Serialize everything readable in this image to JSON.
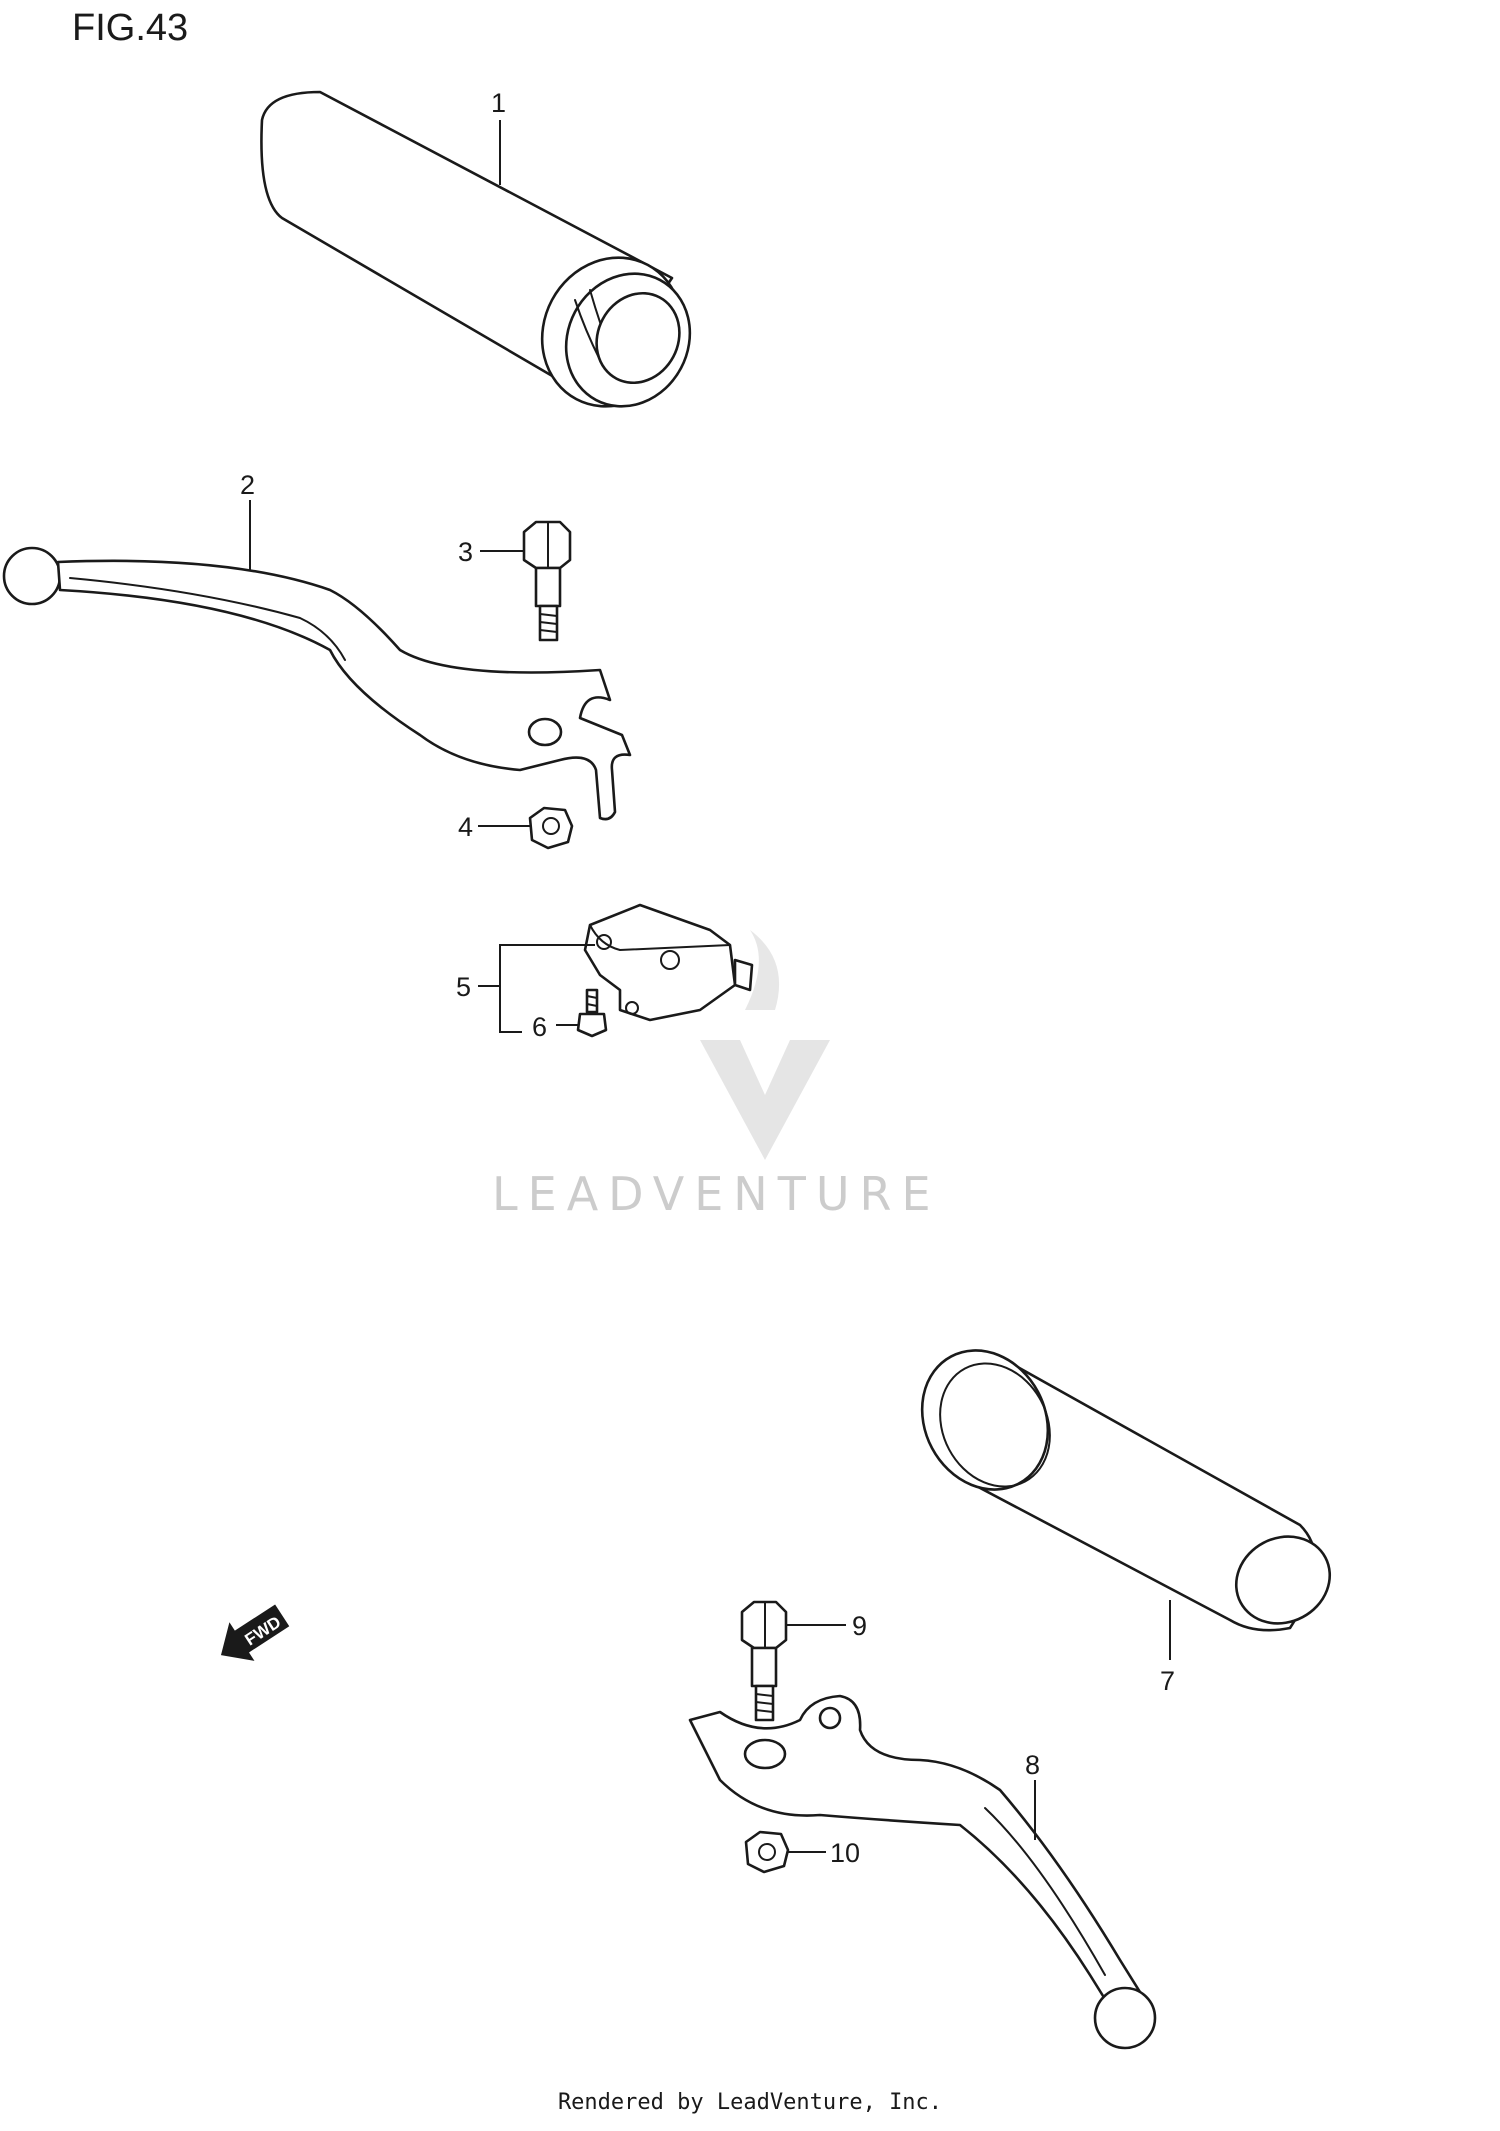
{
  "figure": {
    "title": "FIG.43"
  },
  "callouts": [
    {
      "id": "1",
      "part": "grip"
    },
    {
      "id": "2",
      "part": "lever"
    },
    {
      "id": "3",
      "part": "bolt"
    },
    {
      "id": "4",
      "part": "nut"
    },
    {
      "id": "5",
      "part": "switch"
    },
    {
      "id": "6",
      "part": "screw"
    },
    {
      "id": "7",
      "part": "grip"
    },
    {
      "id": "8",
      "part": "lever"
    },
    {
      "id": "9",
      "part": "bolt"
    },
    {
      "id": "10",
      "part": "nut"
    }
  ],
  "direction_marker": {
    "text": "FWD",
    "icon": "arrow-left-down-icon"
  },
  "watermark": {
    "text": "LEADVENTURE"
  },
  "footer": {
    "text": "Rendered by LeadVenture, Inc."
  }
}
